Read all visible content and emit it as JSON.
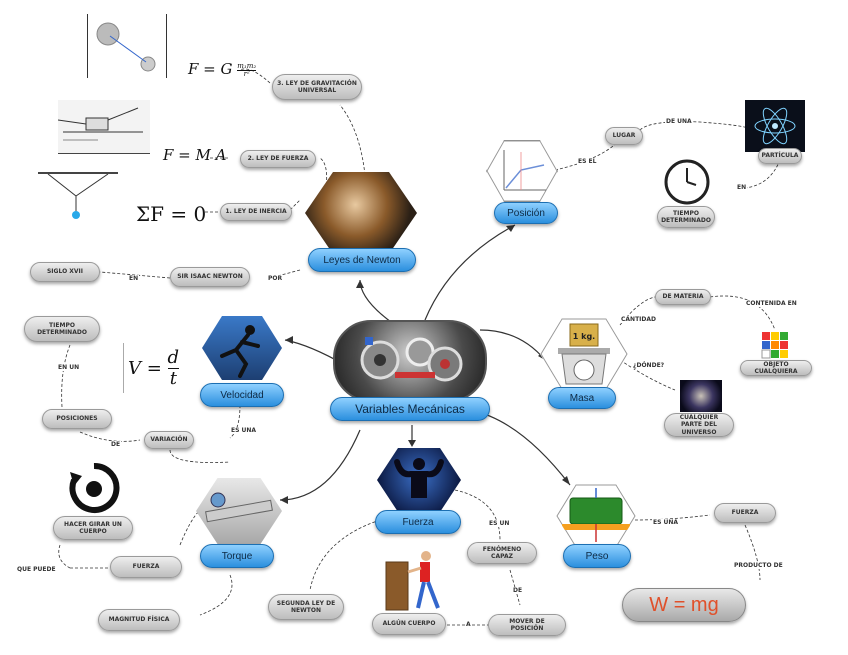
{
  "central": {
    "label": "Variables Mecánicas"
  },
  "topics": {
    "leyes": "Leyes de Newton",
    "posicion": "Posición",
    "masa": "Masa",
    "velocidad": "Velocidad",
    "fuerza": "Fuerza",
    "torque": "Torque",
    "peso": "Peso"
  },
  "nodes": {
    "ley_grav": "3. Ley de gravitación universal",
    "ley_fuerza": "2. Ley de fuerza",
    "ley_inercia": "1. Ley de inercia",
    "isaac": "Sir Isaac Newton",
    "siglo": "Siglo XVII",
    "lugar": "Lugar",
    "particula": "Partícula",
    "tiempo_pos": "Tiempo determinado",
    "materia": "De materia",
    "objeto": "Objeto cualquiera",
    "universo": "Cualquier parte del universo",
    "tiempo_vel": "Tiempo determinado",
    "posiciones": "Posiciones",
    "variacion": "Variación",
    "girar": "Hacer girar un cuerpo",
    "fuerza_torque": "Fuerza",
    "magnitud": "Magnitud física",
    "segunda_ley": "Segunda ley de Newton",
    "fenomeno": "Fenómeno capaz",
    "mover": "Mover de posición",
    "algun": "Algún cuerpo",
    "fuerza_peso": "Fuerza"
  },
  "links": {
    "por": "por",
    "en_siglo": "en",
    "es_el": "es el",
    "de_una": "de una",
    "en_tiempo": "en",
    "cantidad": "cantidad",
    "contenida": "contenida en",
    "donde": "¿dónde?",
    "en_un": "en un",
    "de_pos": "de",
    "es_una_vel": "es una",
    "que_puede": "que puede",
    "es_un": "es un",
    "de_mover": "de",
    "a": "a",
    "es_una_peso": "es una",
    "producto": "producto de"
  },
  "formulas": {
    "grav_lhs": "F = G",
    "grav_num": "m₁m₂",
    "grav_den": "r²",
    "fuerza": "F = M A",
    "inercia": "ΣF = 0",
    "vel_lhs": "V =",
    "vel_num": "d",
    "vel_den": "t",
    "peso": "W = mg"
  },
  "image_text": {
    "masa_weight": "1 kg."
  }
}
